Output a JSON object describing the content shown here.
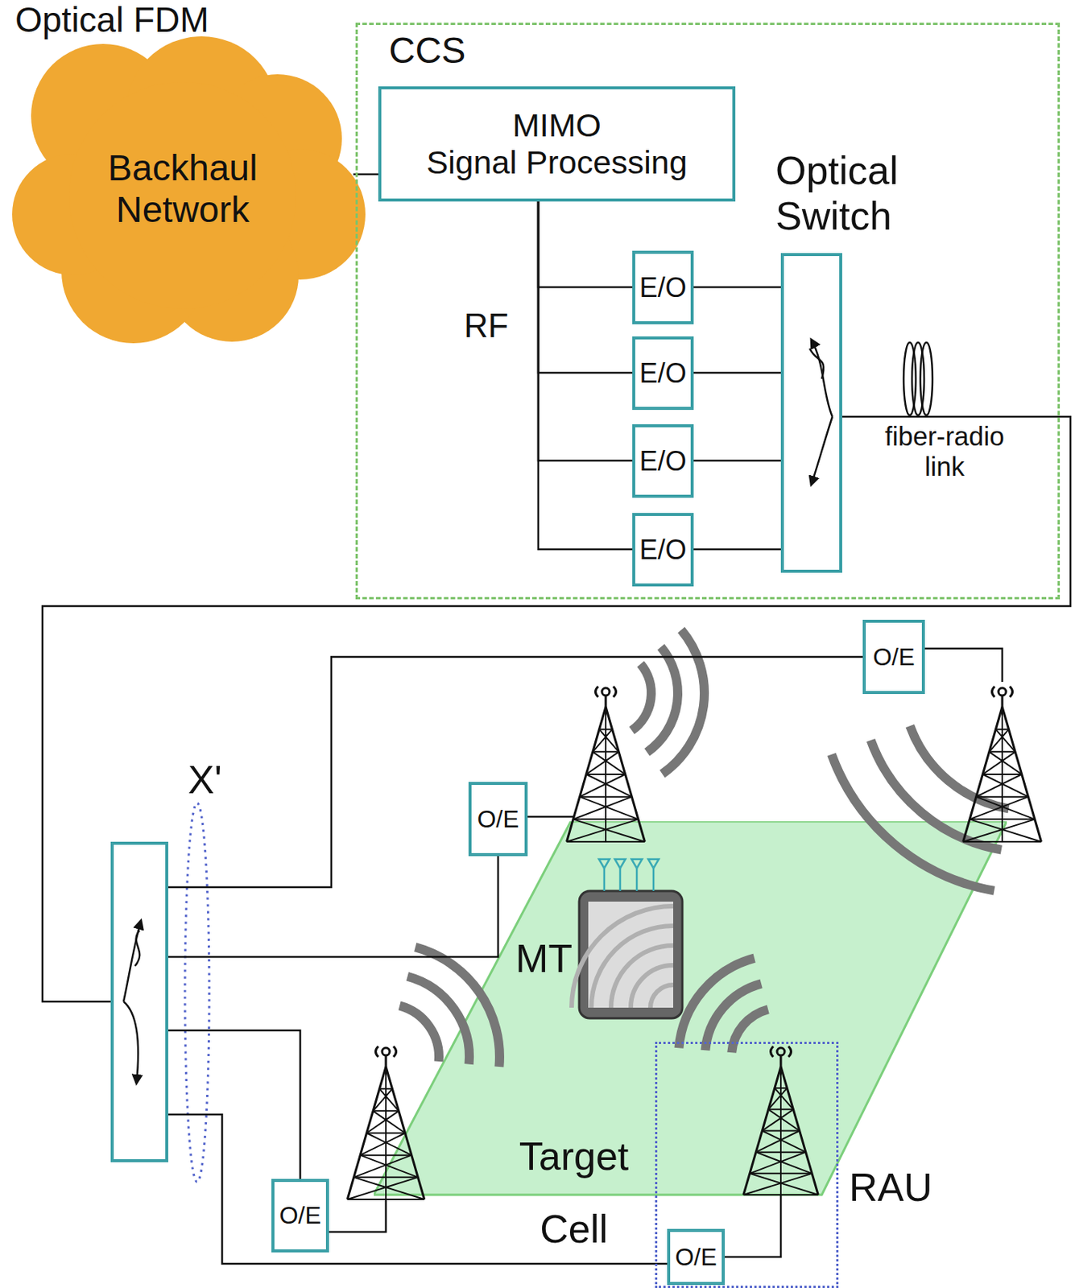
{
  "diagram": {
    "title": "Optical FDM",
    "nodes": [
      {
        "text": [
          "Backhaul Network"
        ]
      },
      {
        "text": [
          "CCS"
        ]
      },
      {
        "text": [
          "MIMO",
          "Signal Processing"
        ],
        "in": 1
      },
      {
        "text": [
          "Optical Switch"
        ],
        "in": 1
      },
      {
        "text": [
          "E/O"
        ],
        "in": 1
      },
      {
        "text": [
          "E/O"
        ],
        "in": 1
      },
      {
        "text": [
          "E/O"
        ],
        "in": 1
      },
      {
        "text": [
          "E/O"
        ],
        "in": 1
      },
      {
        "text": [
          "O/E"
        ]
      },
      {
        "text": [
          "O/E"
        ]
      },
      {
        "text": [
          "X'"
        ]
      },
      {
        "text": [
          "Target Cell"
        ]
      },
      {
        "text": [
          "O/E"
        ]
      },
      {
        "text": [
          "RAU"
        ]
      },
      {
        "text": [
          "O/E"
        ],
        "in": 13
      }
    ],
    "edges": [
      {
        "from": 0,
        "to": 2,
        "arrow": "none"
      },
      {
        "from": 2,
        "to": 4,
        "arrow": "none"
      },
      {
        "from": 2,
        "to": 5,
        "arrow": "none"
      },
      {
        "from": 2,
        "to": 6,
        "arrow": "none"
      },
      {
        "from": 2,
        "to": 7,
        "arrow": "none"
      },
      {
        "from": 4,
        "to": 3,
        "arrow": "none"
      },
      {
        "from": 5,
        "to": 3,
        "arrow": "none"
      },
      {
        "from": 6,
        "to": 3,
        "arrow": "none"
      },
      {
        "from": 7,
        "to": 3,
        "arrow": "none"
      },
      {
        "from": 3,
        "to": 10,
        "label": "fiber-radio link",
        "arrow": "none"
      },
      {
        "from": 10,
        "to": 8,
        "arrow": "none"
      },
      {
        "from": 10,
        "to": 9,
        "arrow": "none"
      },
      {
        "from": 10,
        "to": 12,
        "arrow": "none"
      },
      {
        "from": 10,
        "to": 14,
        "arrow": "none"
      }
    ],
    "labels": [
      "RF",
      "MT"
    ]
  }
}
